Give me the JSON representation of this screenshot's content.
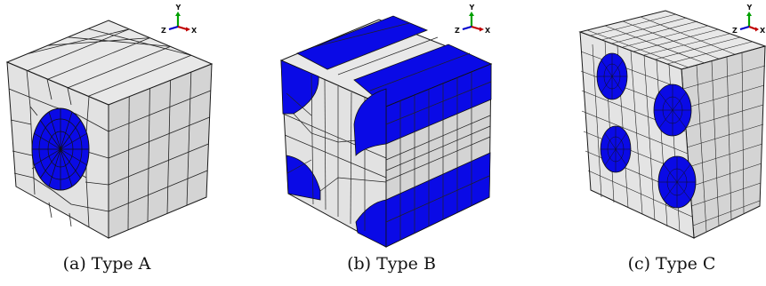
{
  "panels": [
    {
      "tag": "(a)",
      "caption": "Type A"
    },
    {
      "tag": "(b)",
      "caption": "Type B"
    },
    {
      "tag": "(c)",
      "caption": "Type C"
    }
  ],
  "triad": {
    "x": "X",
    "y": "Y",
    "z": "Z"
  },
  "colors": {
    "mesh_face": "#e6e6e6",
    "mesh_side": "#cfcfcf",
    "fiber": "#0a0ae6",
    "fiber_dark": "#0606b0",
    "edge": "#1a1a1a",
    "axis_x": "#c00000",
    "axis_y": "#00a000",
    "axis_z": "#0000cc"
  }
}
